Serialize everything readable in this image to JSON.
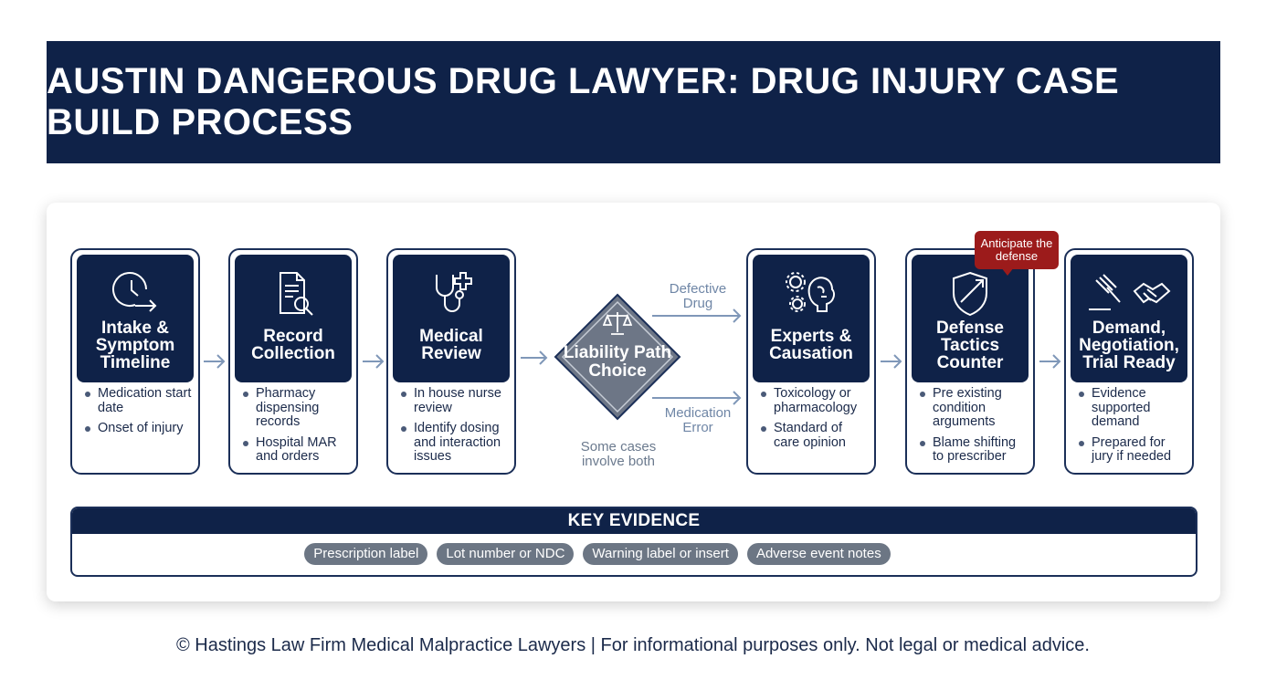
{
  "banner": {
    "title": "AUSTIN DANGEROUS DRUG LAWYER: DRUG INJURY CASE BUILD PROCESS"
  },
  "steps": [
    {
      "icon": "clock-arrow-icon",
      "title": "Intake & Symptom Timeline",
      "bullets": [
        "Medication start date",
        "Onset of injury"
      ]
    },
    {
      "icon": "document-search-icon",
      "title": "Record Collection",
      "bullets": [
        "Pharmacy dispensing records",
        "Hospital MAR and orders"
      ]
    },
    {
      "icon": "stethoscope-plus-icon",
      "title": "Medical Review",
      "bullets": [
        "In house nurse review",
        "Identify dosing and interaction issues"
      ]
    },
    {
      "icon": "gears-brain-icon",
      "title": "Experts & Causation",
      "bullets": [
        "Toxicology or pharmacology",
        "Standard of care opinion"
      ]
    },
    {
      "icon": "shield-arrow-icon",
      "title": "Defense Tactics Counter",
      "bullets": [
        "Pre existing condition arguments",
        "Blame shifting to prescriber"
      ]
    },
    {
      "icon": "gavel-handshake-icon",
      "title": "Demand, Negotiation, Trial Ready",
      "bullets": [
        "Evidence supported demand",
        "Prepared for jury if needed"
      ]
    }
  ],
  "decision": {
    "label": "Liability Path Choice",
    "icon": "scales-icon",
    "branch_top": "Defective Drug",
    "branch_bottom": "Medication Error",
    "note": "Some cases involve both"
  },
  "badge": {
    "text": "Anticipate the defense"
  },
  "key_evidence": {
    "title": "KEY EVIDENCE",
    "chips": [
      "Prescription label",
      "Lot number or NDC",
      "Warning label or insert",
      "Adverse event notes"
    ]
  },
  "footer": {
    "text": "© Hastings Law Firm Medical Malpractice Lawyers | For informational purposes only. Not legal or medical advice."
  },
  "colors": {
    "navy": "#0f2248",
    "accent_red": "#9c1b1b",
    "chip_gray": "#6c7684",
    "arrow_blue": "#7f97b8"
  }
}
